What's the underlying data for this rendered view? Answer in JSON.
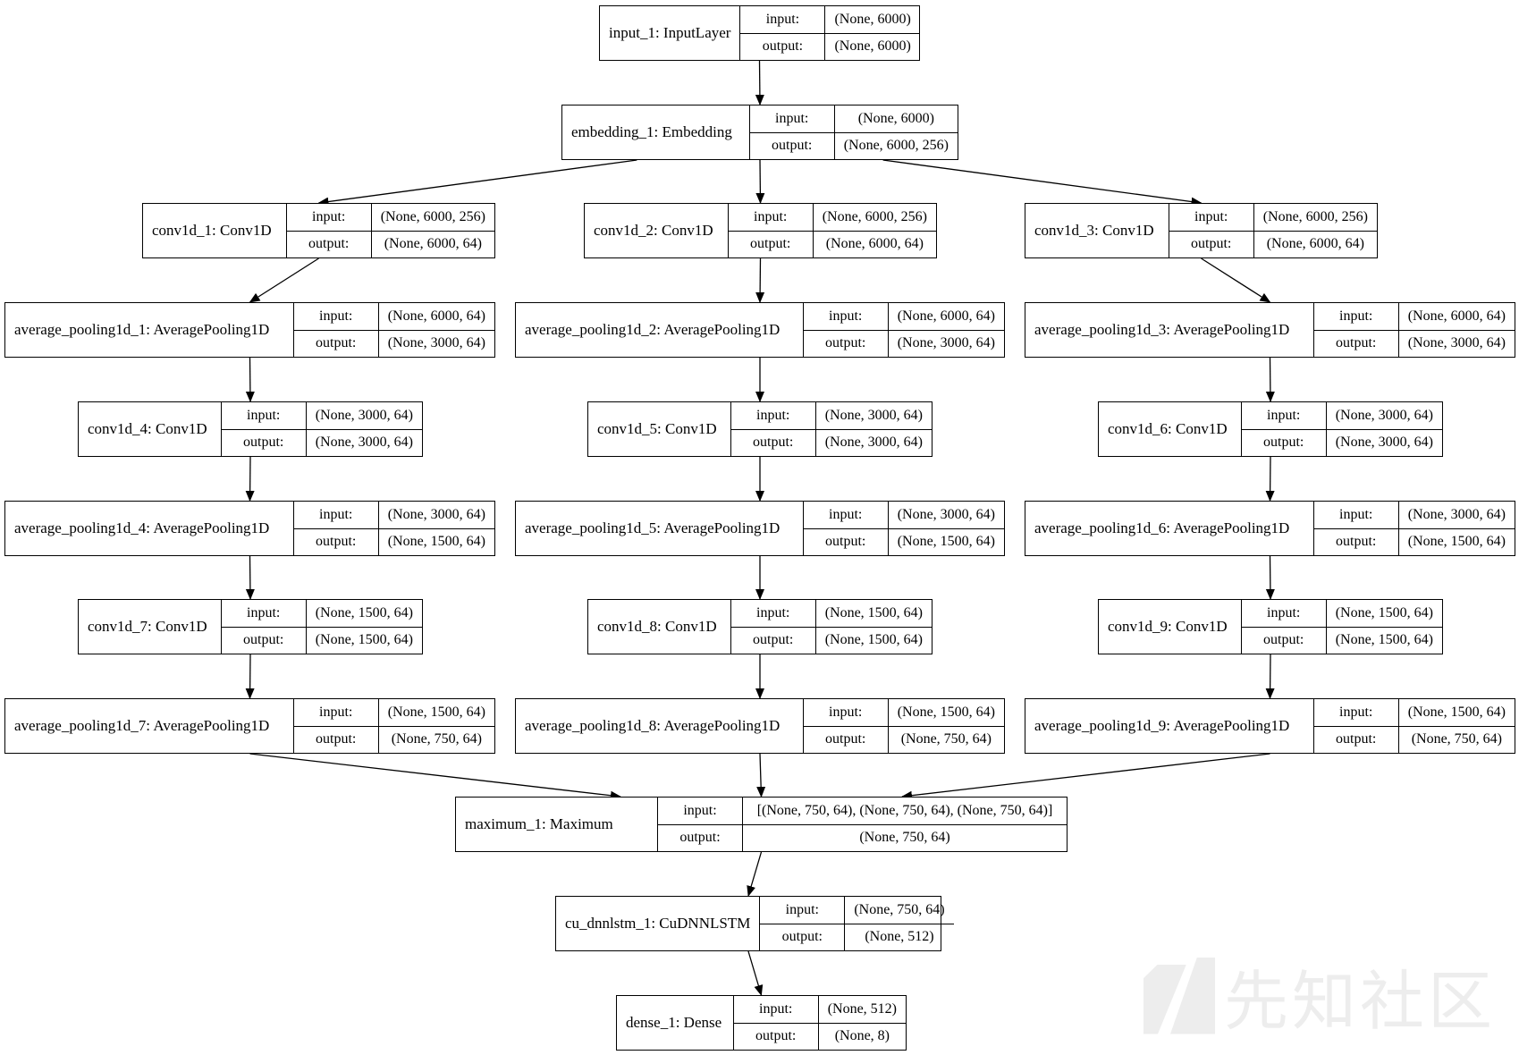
{
  "nodes": [
    {
      "id": "input_1",
      "name": "input_1: InputLayer",
      "input": "(None, 6000)",
      "output": "(None, 6000)"
    },
    {
      "id": "embedding_1",
      "name": "embedding_1: Embedding",
      "input": "(None, 6000)",
      "output": "(None, 6000, 256)"
    },
    {
      "id": "conv1d_1",
      "name": "conv1d_1: Conv1D",
      "input": "(None, 6000, 256)",
      "output": "(None, 6000, 64)"
    },
    {
      "id": "conv1d_2",
      "name": "conv1d_2: Conv1D",
      "input": "(None, 6000, 256)",
      "output": "(None, 6000, 64)"
    },
    {
      "id": "conv1d_3",
      "name": "conv1d_3: Conv1D",
      "input": "(None, 6000, 256)",
      "output": "(None, 6000, 64)"
    },
    {
      "id": "average_pooling1d_1",
      "name": "average_pooling1d_1: AveragePooling1D",
      "input": "(None, 6000, 64)",
      "output": "(None, 3000, 64)"
    },
    {
      "id": "average_pooling1d_2",
      "name": "average_pooling1d_2: AveragePooling1D",
      "input": "(None, 6000, 64)",
      "output": "(None, 3000, 64)"
    },
    {
      "id": "average_pooling1d_3",
      "name": "average_pooling1d_3: AveragePooling1D",
      "input": "(None, 6000, 64)",
      "output": "(None, 3000, 64)"
    },
    {
      "id": "conv1d_4",
      "name": "conv1d_4: Conv1D",
      "input": "(None, 3000, 64)",
      "output": "(None, 3000, 64)"
    },
    {
      "id": "conv1d_5",
      "name": "conv1d_5: Conv1D",
      "input": "(None, 3000, 64)",
      "output": "(None, 3000, 64)"
    },
    {
      "id": "conv1d_6",
      "name": "conv1d_6: Conv1D",
      "input": "(None, 3000, 64)",
      "output": "(None, 3000, 64)"
    },
    {
      "id": "average_pooling1d_4",
      "name": "average_pooling1d_4: AveragePooling1D",
      "input": "(None, 3000, 64)",
      "output": "(None, 1500, 64)"
    },
    {
      "id": "average_pooling1d_5",
      "name": "average_pooling1d_5: AveragePooling1D",
      "input": "(None, 3000, 64)",
      "output": "(None, 1500, 64)"
    },
    {
      "id": "average_pooling1d_6",
      "name": "average_pooling1d_6: AveragePooling1D",
      "input": "(None, 3000, 64)",
      "output": "(None, 1500, 64)"
    },
    {
      "id": "conv1d_7",
      "name": "conv1d_7: Conv1D",
      "input": "(None, 1500, 64)",
      "output": "(None, 1500, 64)"
    },
    {
      "id": "conv1d_8",
      "name": "conv1d_8: Conv1D",
      "input": "(None, 1500, 64)",
      "output": "(None, 1500, 64)"
    },
    {
      "id": "conv1d_9",
      "name": "conv1d_9: Conv1D",
      "input": "(None, 1500, 64)",
      "output": "(None, 1500, 64)"
    },
    {
      "id": "average_pooling1d_7",
      "name": "average_pooling1d_7: AveragePooling1D",
      "input": "(None, 1500, 64)",
      "output": "(None, 750, 64)"
    },
    {
      "id": "average_pooling1d_8",
      "name": "average_pooling1d_8: AveragePooling1D",
      "input": "(None, 1500, 64)",
      "output": "(None, 750, 64)"
    },
    {
      "id": "average_pooling1d_9",
      "name": "average_pooling1d_9: AveragePooling1D",
      "input": "(None, 1500, 64)",
      "output": "(None, 750, 64)"
    },
    {
      "id": "maximum_1",
      "name": "maximum_1: Maximum",
      "input": "[(None, 750, 64), (None, 750, 64), (None, 750, 64)]",
      "output": "(None, 750, 64)"
    },
    {
      "id": "cu_dnnlstm_1",
      "name": "cu_dnnlstm_1: CuDNNLSTM",
      "input": "(None, 750, 64)",
      "output": "(None, 512)"
    },
    {
      "id": "dense_1",
      "name": "dense_1: Dense",
      "input": "(None, 512)",
      "output": "(None, 8)"
    }
  ],
  "edges": [
    [
      "input_1",
      "embedding_1"
    ],
    [
      "embedding_1",
      "conv1d_1"
    ],
    [
      "embedding_1",
      "conv1d_2"
    ],
    [
      "embedding_1",
      "conv1d_3"
    ],
    [
      "conv1d_1",
      "average_pooling1d_1"
    ],
    [
      "conv1d_2",
      "average_pooling1d_2"
    ],
    [
      "conv1d_3",
      "average_pooling1d_3"
    ],
    [
      "average_pooling1d_1",
      "conv1d_4"
    ],
    [
      "average_pooling1d_2",
      "conv1d_5"
    ],
    [
      "average_pooling1d_3",
      "conv1d_6"
    ],
    [
      "conv1d_4",
      "average_pooling1d_4"
    ],
    [
      "conv1d_5",
      "average_pooling1d_5"
    ],
    [
      "conv1d_6",
      "average_pooling1d_6"
    ],
    [
      "average_pooling1d_4",
      "conv1d_7"
    ],
    [
      "average_pooling1d_5",
      "conv1d_8"
    ],
    [
      "average_pooling1d_6",
      "conv1d_9"
    ],
    [
      "conv1d_7",
      "average_pooling1d_7"
    ],
    [
      "conv1d_8",
      "average_pooling1d_8"
    ],
    [
      "conv1d_9",
      "average_pooling1d_9"
    ],
    [
      "average_pooling1d_7",
      "maximum_1"
    ],
    [
      "average_pooling1d_8",
      "maximum_1"
    ],
    [
      "average_pooling1d_9",
      "maximum_1"
    ],
    [
      "maximum_1",
      "cu_dnnlstm_1"
    ],
    [
      "cu_dnnlstm_1",
      "dense_1"
    ]
  ],
  "labels": {
    "input": "input:",
    "output": "output:"
  },
  "watermark": "先知社区"
}
